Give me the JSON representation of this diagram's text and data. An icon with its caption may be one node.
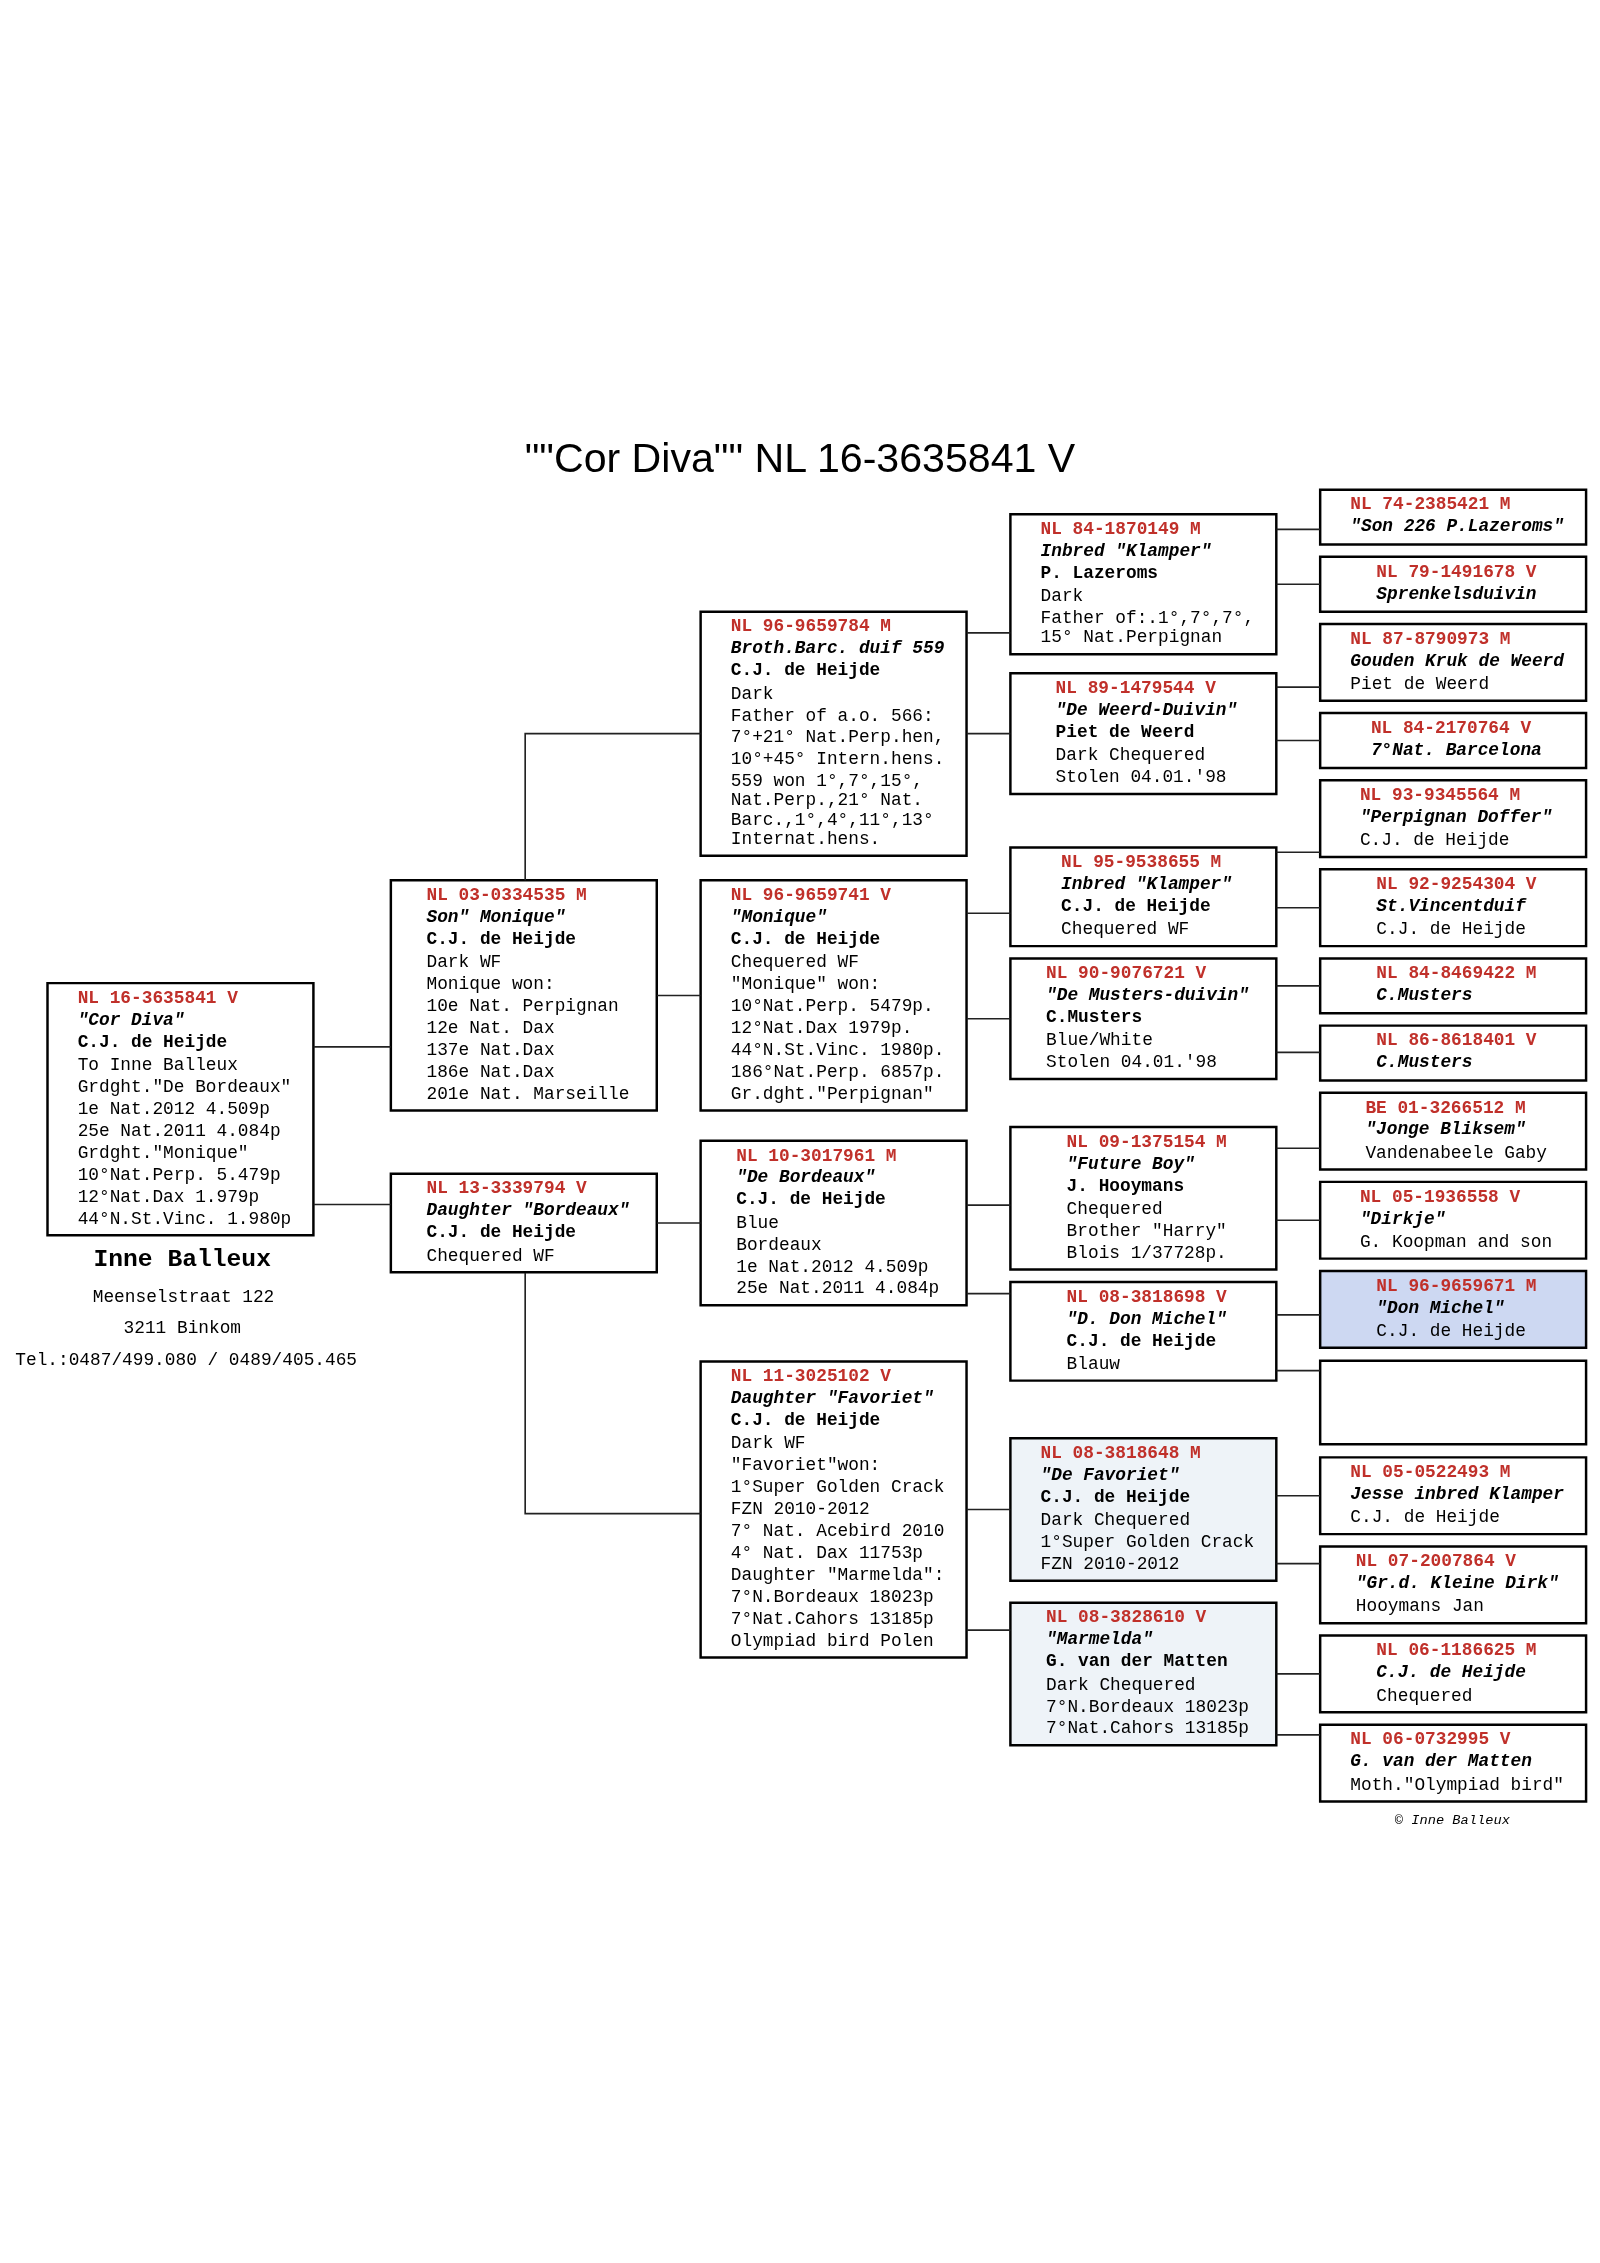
{
  "diagram": {
    "title": "\"\"Cor Diva\"\" NL 16-3635841 V",
    "nodes": [
      {
        "text": [
          "NL 16-3635841 V",
          "\"Cor Diva\"",
          "C.J. de Heijde",
          "To Inne Balleux",
          "Grdght.\"De Bordeaux\"",
          "1e Nat.2012 4.509p",
          "25e Nat.2011 4.084p",
          "Grdght.\"Monique\"",
          "10°Nat.Perp. 5.479p",
          "12°Nat.Dax 1.979p",
          "44°N.St.Vinc. 1.980p"
        ]
      },
      {
        "text": [
          "NL 03-0334535 M",
          "Son\" Monique\"",
          "C.J. de Heijde",
          "Dark WF",
          "Monique won:",
          "10e Nat. Perpignan",
          "12e Nat. Dax",
          "137e Nat.Dax",
          "186e Nat.Dax",
          "201e Nat. Marseille"
        ]
      },
      {
        "text": [
          "NL 13-3339794 V",
          "Daughter \"Bordeaux\"",
          "C.J. de Heijde",
          "Chequered WF"
        ]
      },
      {
        "text": [
          "NL 96-9659784 M",
          "Broth.Barc. duif 559",
          "C.J. de Heijde",
          "Dark",
          "Father of a.o. 566:",
          "7°+21° Nat.Perp.hen,",
          "10°+45° Intern.hens.",
          "559 won 1°,7°,15°, Nat.Perp.,21° Nat. Barc.,1°,4°,11°,13° Internat.hens."
        ]
      },
      {
        "text": [
          "NL 96-9659741 V",
          "\"Monique\"",
          "C.J. de Heijde",
          "Chequered WF",
          "\"Monique\" won:",
          "10°Nat.Perp. 5479p.",
          "12°Nat.Dax 1979p.",
          "44°N.St.Vinc. 1980p.",
          "186°Nat.Perp. 6857p.",
          "Gr.dght.\"Perpignan\""
        ]
      },
      {
        "text": [
          "NL 10-3017961 M",
          "\"De Bordeaux\"",
          "C.J. de Heijde",
          "Blue",
          "Bordeaux",
          "1e Nat.2012 4.509p",
          "25e Nat.2011 4.084p"
        ]
      },
      {
        "text": [
          "NL 11-3025102 V",
          "Daughter \"Favoriet\"",
          "C.J. de Heijde",
          "Dark WF",
          "\"Favoriet\"won:",
          "1°Super Golden Crack",
          "FZN 2010-2012",
          "7° Nat. Acebird 2010",
          "4° Nat. Dax 11753p",
          "Daughter \"Marmelda\":",
          "7°N.Bordeaux 18023p",
          "7°Nat.Cahors 13185p",
          "Olympiad bird Polen"
        ]
      },
      {
        "text": [
          "NL 84-1870149 M",
          "Inbred \"Klamper\"",
          "P. Lazeroms",
          "Dark",
          "Father of:.1°,7°,7°, 15° Nat.Perpignan"
        ]
      },
      {
        "text": [
          "NL 89-1479544 V",
          "\"De Weerd-Duivin\"",
          "Piet de Weerd",
          "Dark Chequered",
          "Stolen 04.01.'98"
        ]
      },
      {
        "text": [
          "NL 95-9538655 M",
          "Inbred \"Klamper\"",
          "C.J. de Heijde",
          "Chequered WF"
        ]
      },
      {
        "text": [
          "NL 90-9076721 V",
          "\"De Musters-duivin\"",
          "C.Musters",
          "Blue/White",
          "Stolen 04.01.'98"
        ]
      },
      {
        "text": [
          "NL 09-1375154 M",
          "\"Future Boy\"",
          "J. Hooymans",
          "Chequered",
          "Brother \"Harry\"",
          "Blois 1/37728p."
        ]
      },
      {
        "text": [
          "NL 08-3818698 V",
          "\"D. Don Michel\"",
          "C.J. de Heijde",
          "Blauw"
        ]
      },
      {
        "text": [
          "NL 08-3818648 M",
          "\"De Favoriet\"",
          "C.J. de Heijde",
          "Dark Chequered",
          "1°Super Golden Crack",
          "FZN 2010-2012"
        ]
      },
      {
        "text": [
          "NL 08-3828610 V",
          "\"Marmelda\"",
          "G. van der Matten",
          "Dark Chequered",
          "7°N.Bordeaux 18023p",
          "7°Nat.Cahors 13185p"
        ]
      },
      {
        "text": [
          "NL 74-2385421 M",
          "\"Son 226 P.Lazeroms\""
        ]
      },
      {
        "text": [
          "NL 79-1491678 V",
          "Sprenkelsduivin"
        ]
      },
      {
        "text": [
          "NL 87-8790973 M",
          "Gouden Kruk de Weerd",
          "Piet de Weerd"
        ]
      },
      {
        "text": [
          "NL 84-2170764 V",
          "7°Nat. Barcelona"
        ]
      },
      {
        "text": [
          "NL 93-9345564 M",
          "\"Perpignan Doffer\"",
          "C.J. de Heijde"
        ]
      },
      {
        "text": [
          "NL 92-9254304 V",
          "St.Vincentduif",
          "C.J. de Heijde"
        ]
      },
      {
        "text": [
          "NL 84-8469422 M",
          "C.Musters"
        ]
      },
      {
        "text": [
          "NL 86-8618401 V",
          "C.Musters"
        ]
      },
      {
        "text": [
          "BE 01-3266512 M",
          "\"Jonge Bliksem\"",
          "Vandenabeele Gaby"
        ]
      },
      {
        "text": [
          "NL 05-1936558 V",
          "\"Dirkje\"",
          "G. Koopman and son"
        ]
      },
      {
        "text": [
          "NL 96-9659671 M",
          "\"Don Michel\"",
          "C.J. de Heijde"
        ]
      },
      {
        "text": [],
        "shape": "box"
      },
      {
        "text": [
          "NL 05-0522493 M",
          "Jesse inbred Klamper",
          "C.J. de Heijde"
        ]
      },
      {
        "text": [
          "NL 07-2007864 V",
          "\"Gr.d. Kleine Dirk\"",
          "Hooymans Jan"
        ]
      },
      {
        "text": [
          "NL 06-1186625 M",
          "C.J. de Heijde",
          "Chequered"
        ]
      },
      {
        "text": [
          "NL 06-0732995 V",
          "G. van der Matten",
          "Moth.\"Olympiad bird\""
        ]
      }
    ],
    "edges": [
      {
        "from": 0,
        "to": 1,
        "arrow": "none"
      },
      {
        "from": 0,
        "to": 2,
        "arrow": "none"
      },
      {
        "from": 1,
        "to": 3,
        "arrow": "none"
      },
      {
        "from": 1,
        "to": 4,
        "arrow": "none"
      },
      {
        "from": 2,
        "to": 5,
        "arrow": "none"
      },
      {
        "from": 2,
        "to": 6,
        "arrow": "none"
      },
      {
        "from": 3,
        "to": 7,
        "arrow": "none"
      },
      {
        "from": 3,
        "to": 8,
        "arrow": "none"
      },
      {
        "from": 4,
        "to": 9,
        "arrow": "none"
      },
      {
        "from": 4,
        "to": 10,
        "arrow": "none"
      },
      {
        "from": 5,
        "to": 11,
        "arrow": "none"
      },
      {
        "from": 5,
        "to": 12,
        "arrow": "none"
      },
      {
        "from": 6,
        "to": 13,
        "arrow": "none"
      },
      {
        "from": 6,
        "to": 14,
        "arrow": "none"
      },
      {
        "from": 7,
        "to": 15,
        "arrow": "none"
      },
      {
        "from": 7,
        "to": 16,
        "arrow": "none"
      },
      {
        "from": 8,
        "to": 17,
        "arrow": "none"
      },
      {
        "from": 8,
        "to": 18,
        "arrow": "none"
      },
      {
        "from": 9,
        "to": 19,
        "arrow": "none"
      },
      {
        "from": 9,
        "to": 20,
        "arrow": "none"
      },
      {
        "from": 10,
        "to": 21,
        "arrow": "none"
      },
      {
        "from": 10,
        "to": 22,
        "arrow": "none"
      },
      {
        "from": 11,
        "to": 23,
        "arrow": "none"
      },
      {
        "from": 11,
        "to": 24,
        "arrow": "none"
      },
      {
        "from": 12,
        "to": 25,
        "arrow": "none"
      },
      {
        "from": 12,
        "to": 26,
        "arrow": "none"
      },
      {
        "from": 13,
        "to": 27,
        "arrow": "none"
      },
      {
        "from": 13,
        "to": 28,
        "arrow": "none"
      },
      {
        "from": 14,
        "to": 29,
        "arrow": "none"
      },
      {
        "from": 14,
        "to": 30,
        "arrow": "none"
      }
    ],
    "labels": [
      "Inne Balleux",
      "Meenselstraat 122",
      "3211 Binkom",
      "Tel.:0487/499.080 / 0489/405.465",
      "© Inne Balleux"
    ]
  }
}
